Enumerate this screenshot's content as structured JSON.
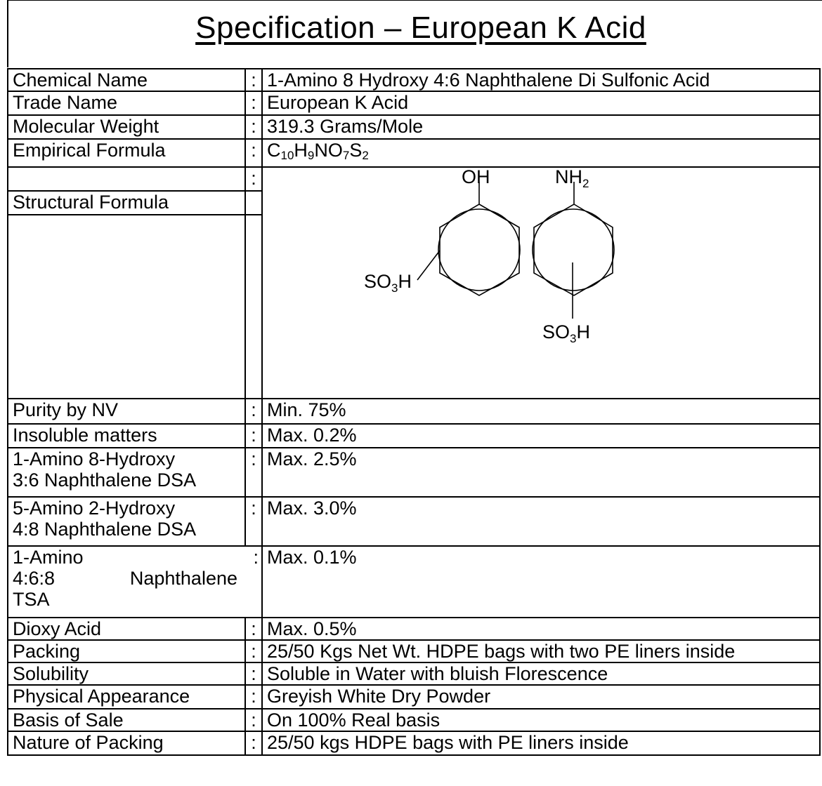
{
  "title": "Specification – European K Acid",
  "separator": ":",
  "rows": [
    {
      "label": "Chemical Name",
      "value": "1-Amino 8 Hydroxy 4:6 Naphthalene  Di Sulfonic Acid"
    },
    {
      "label": "Trade Name",
      "value": "European K Acid"
    },
    {
      "label": "Molecular Weight",
      "value": "319.3 Grams/Mole"
    },
    {
      "label": "Empirical Formula",
      "value": "C10H9NO7S2"
    }
  ],
  "formula_parts": [
    "C",
    "10",
    "H",
    "9",
    "NO",
    "7",
    "S",
    "2"
  ],
  "structural_label": "Structural Formula",
  "structure_labels": {
    "oh": "OH",
    "nh": "NH",
    "nh_sub": "2",
    "so3h_left_main": "SO",
    "so3h_left_sub": "3",
    "so3h_left_end": "H",
    "so3h_bottom_main": "SO",
    "so3h_bottom_sub": "3",
    "so3h_bottom_end": "H"
  },
  "spec_rows": [
    {
      "label": "Purity by NV",
      "value": "Min. 75%"
    },
    {
      "label": "Insoluble matters",
      "value": "Max. 0.2%"
    },
    {
      "label_l1": "1-Amino 8-Hydroxy",
      "label_l2": "3:6 Naphthalene DSA",
      "value": "Max. 2.5%"
    },
    {
      "label_l1": "5-Amino 2-Hydroxy",
      "label_l2": "4:8 Naphthalene DSA",
      "value": "Max. 3.0%"
    },
    {
      "label_l1": "1-Amino",
      "label_l2a": "4:6:8",
      "label_l2b": "Naphthalene",
      "label_l3": "TSA",
      "value": "Max. 0.1%"
    }
  ],
  "tail_rows": [
    {
      "label": "Dioxy Acid",
      "value": "Max. 0.5%"
    },
    {
      "label": "Packing",
      "value": "25/50 Kgs Net Wt. HDPE bags with two PE liners inside"
    },
    {
      "label": "Solubility",
      "value": "Soluble in Water with bluish Florescence"
    },
    {
      "label": "Physical Appearance",
      "value": "Greyish White Dry Powder"
    },
    {
      "label": "Basis of Sale",
      "value": "On 100% Real basis"
    },
    {
      "label": "Nature of Packing",
      "value": "25/50 kgs HDPE bags with PE liners inside"
    }
  ]
}
